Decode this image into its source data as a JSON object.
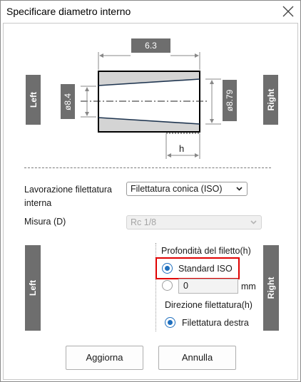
{
  "window": {
    "title": "Specificare diametro interno",
    "close_icon": "close-icon"
  },
  "drawing": {
    "length_value": "6.3",
    "left_diameter": "ø8.4",
    "right_diameter": "ø8.79",
    "h_label": "h",
    "left_tab": "Left",
    "right_tab": "Right"
  },
  "form": {
    "thread_label_line1": "Lavorazione filettatura",
    "thread_label_line2": "interna",
    "thread_select_value": "Filettatura conica (ISO)",
    "size_label": "Misura (D)",
    "size_select_value": "Rc 1/8"
  },
  "lower_tabs": {
    "left": "Left",
    "right": "Right"
  },
  "depth": {
    "title": "Profondità del filetto(h)",
    "option_iso": "Standard ISO",
    "value": "0",
    "unit": "mm"
  },
  "direction": {
    "title": "Direzione filettatura(h)",
    "option_right": "Filettatura destra"
  },
  "buttons": {
    "update": "Aggiorna",
    "cancel": "Annulla"
  },
  "colors": {
    "highlight": "#e00000",
    "radio_accent": "#1f6fbe",
    "tab_gray": "#6e6e6e"
  }
}
